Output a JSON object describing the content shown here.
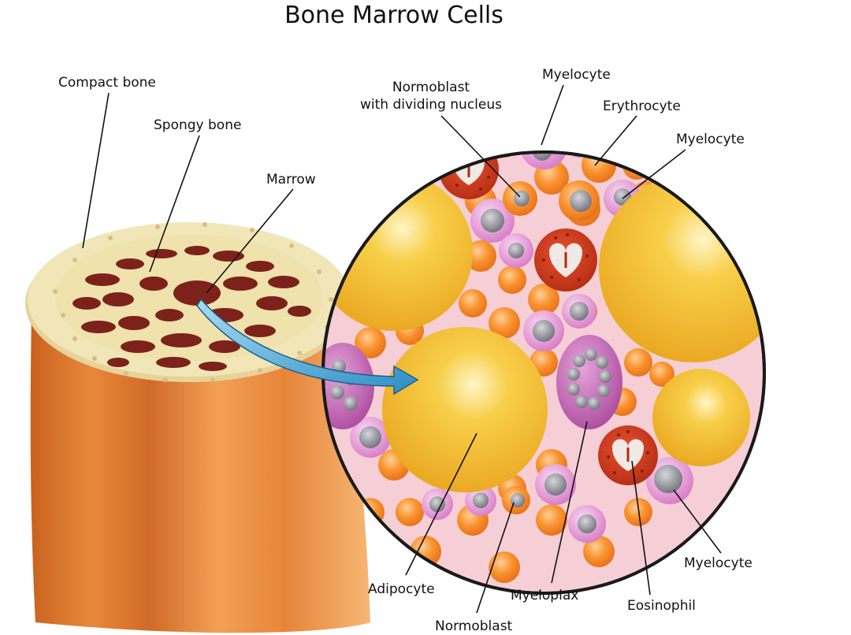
{
  "title": "Bone Marrow Cells",
  "labels": {
    "compact_bone": "Compact bone",
    "spongy_bone": "Spongy bone",
    "marrow": "Marrow",
    "normoblast_dividing_line1": "Normoblast",
    "normoblast_dividing_line2": "with dividing nucleus",
    "myelocyte_top": "Myelocyte",
    "erythrocyte": "Erythrocyte",
    "myelocyte_right": "Myelocyte",
    "myelocyte_bottom": "Myelocyte",
    "adipocyte": "Adipocyte",
    "myeloplax": "Myeloplax",
    "eosinophil": "Eosinophil",
    "normoblast": "Normoblast"
  },
  "colors": {
    "bone_orange": "#e88a3a",
    "spongy_cream": "#eee3b0",
    "marrow_red": "#7a1f1a",
    "background_pink": "#f7d3d8",
    "adipocyte_yellow": "#f3b92c",
    "erythrocyte_orange": "#f58a2a",
    "myelocyte_pink": "#e59ad6",
    "nucleus_gray": "#8a8a92",
    "arrow_blue": "#4aa9d8"
  }
}
